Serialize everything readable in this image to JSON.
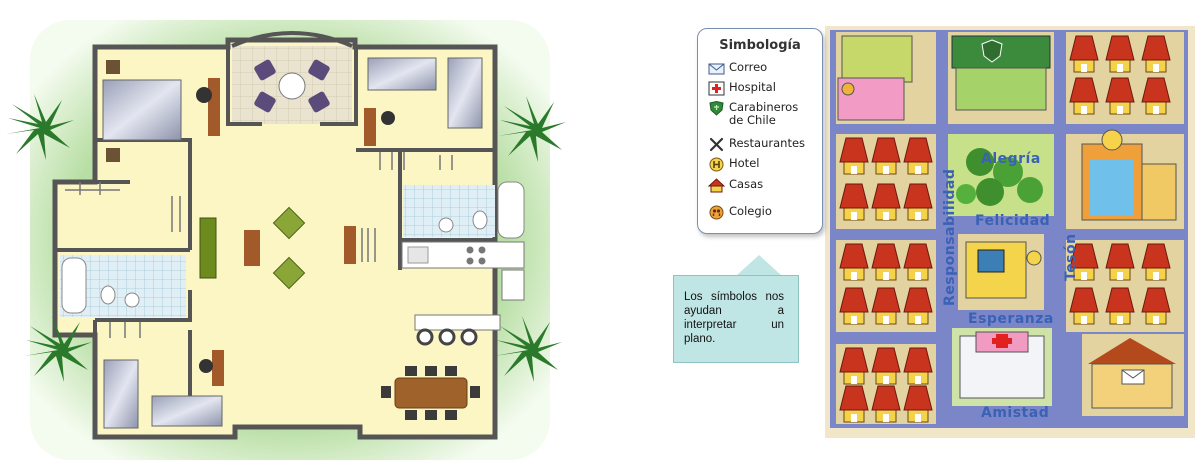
{
  "legend": {
    "title": "Simbología",
    "items": [
      {
        "label": "Correo",
        "icon": "envelope-icon"
      },
      {
        "label": "Hospital",
        "icon": "red-cross-icon"
      },
      {
        "label": "Carabineros de Chile",
        "line1": "Carabineros",
        "line2": "de Chile",
        "icon": "police-shield-icon"
      },
      {
        "label": "Restaurantes",
        "icon": "fork-knife-icon"
      },
      {
        "label": "Hotel",
        "icon": "hotel-h-icon"
      },
      {
        "label": "Casas",
        "icon": "house-icon"
      },
      {
        "label": "Colegio",
        "icon": "school-icon"
      }
    ]
  },
  "callout": {
    "text": "Los símbolos nos ayudan a interpretar un plano."
  },
  "streets": {
    "alegria": "Alegría",
    "felicidad": "Felicidad",
    "esperanza": "Esperanza",
    "amistad": "Amistad",
    "responsabilidad": "Responsabilidad",
    "teson": "Tesón"
  },
  "colors": {
    "map_background": "#7b86c8",
    "roof_red": "#c8341e",
    "house_yellow": "#f4d24a",
    "street_label": "#3a62b4",
    "floor_cream": "#fbf6c4",
    "lawn_green": "#cfe8b4"
  }
}
